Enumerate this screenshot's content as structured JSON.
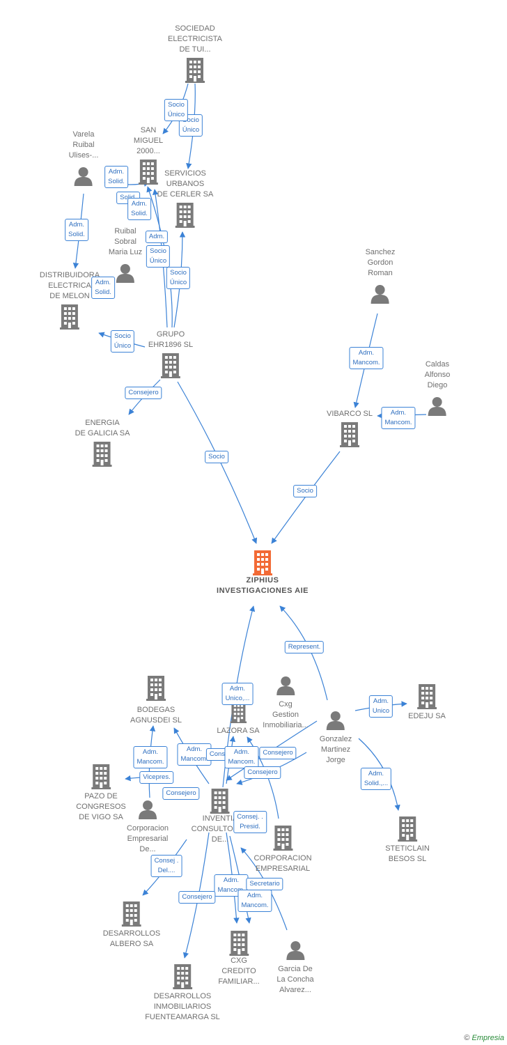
{
  "colors": {
    "edge": "#3b82d6",
    "node_icon": "#7a7a7a",
    "focus_icon": "#f26a35",
    "rel_text": "#2f6fbf"
  },
  "focus": {
    "line1": "ZIPHIUS",
    "line2": "INVESTIGACIONES AIE"
  },
  "nodes": {
    "sociedad_electricista": {
      "l1": "SOCIEDAD",
      "l2": "ELECTRICISTA",
      "l3": "DE TUI..."
    },
    "san_miguel": {
      "l1": "SAN",
      "l2": "MIGUEL",
      "l3": "2000..."
    },
    "servicios_urbanos": {
      "l1": "SERVICIOS",
      "l2": "URBANOS",
      "l3": "DE CERLER SA"
    },
    "varela": {
      "l1": "Varela",
      "l2": "Ruibal",
      "l3": "Ulises-..."
    },
    "ruibal": {
      "l1": "Ruibal",
      "l2": "Sobral",
      "l3": "Maria Luz"
    },
    "distribuidora": {
      "l1": "DISTRIBUIDORA",
      "l2": "ELECTRICA",
      "l3": "DE MELON"
    },
    "grupo_ehr": {
      "l1": "GRUPO",
      "l2": "EHR1896  SL"
    },
    "energia_galicia": {
      "l1": "ENERGIA",
      "l2": "DE GALICIA SA"
    },
    "sanchez": {
      "l1": "Sanchez",
      "l2": "Gordon",
      "l3": "Roman"
    },
    "caldas": {
      "l1": "Caldas",
      "l2": "Alfonso",
      "l3": "Diego"
    },
    "vibarco": {
      "l1": "VIBARCO SL"
    },
    "bodegas": {
      "l1": "BODEGAS",
      "l2": "AGNUSDEI SL"
    },
    "lazora": {
      "l1": "LAZORA SA"
    },
    "cxg_gestion": {
      "l1": "Cxg",
      "l2": "Gestion",
      "l3": "Inmobiliaria..."
    },
    "gonzalez": {
      "l1": "Gonzalez",
      "l2": "Martinez",
      "l3": "Jorge"
    },
    "edeju": {
      "l1": "EDEJU SA"
    },
    "pazo": {
      "l1": "PAZO DE",
      "l2": "CONGRESOS",
      "l3": "DE VIGO SA"
    },
    "corporacion_de": {
      "l1": "Corporacion",
      "l2": "Empresarial",
      "l3": "De..."
    },
    "inventia": {
      "l1": "INVENTIA",
      "l2": "CONSULTORES",
      "l3": "DE..."
    },
    "corporacion_emp": {
      "l1": "CORPORACION",
      "l2": "EMPRESARIAL"
    },
    "steticlain": {
      "l1": "STETICLAIN",
      "l2": "BESOS  SL"
    },
    "desarrollos_albero": {
      "l1": "DESARROLLOS",
      "l2": "ALBERO SA"
    },
    "cxg_credito": {
      "l1": "CXG",
      "l2": "CREDITO",
      "l3": "FAMILIAR..."
    },
    "garcia": {
      "l1": "Garcia De",
      "l2": "La Concha",
      "l3": "Alvarez..."
    },
    "desarrollos_fuente": {
      "l1": "DESARROLLOS",
      "l2": "INMOBILIARIOS",
      "l3": "FUENTEAMARGA SL"
    }
  },
  "relations": [
    {
      "l1": "Socio",
      "l2": "Único"
    },
    {
      "l1": "Socio",
      "l2": "Único"
    },
    {
      "l1": "Adm.",
      "l2": "Solid."
    },
    {
      "l1": "Solid."
    },
    {
      "l1": "Adm.",
      "l2": "Solid."
    },
    {
      "l1": "Adm.",
      "l2": "Solid."
    },
    {
      "l1": "Adm."
    },
    {
      "l1": "Socio",
      "l2": "Único"
    },
    {
      "l1": "Socio",
      "l2": "Único"
    },
    {
      "l1": "Adm.",
      "l2": "Solid."
    },
    {
      "l1": "Socio",
      "l2": "Único"
    },
    {
      "l1": "Consejero"
    },
    {
      "l1": "Socio"
    },
    {
      "l1": "Adm.",
      "l2": "Mancom."
    },
    {
      "l1": "Adm.",
      "l2": "Mancom."
    },
    {
      "l1": "Socio"
    },
    {
      "l1": "Represent."
    },
    {
      "l1": "Adm.",
      "l2": "Unico,..."
    },
    {
      "l1": "Adm.",
      "l2": "Unico"
    },
    {
      "l1": "Adm.",
      "l2": "Mancom."
    },
    {
      "l1": "Adm.",
      "l2": "Mancom."
    },
    {
      "l1": "Cons"
    },
    {
      "l1": "Adm.",
      "l2": "Mancom."
    },
    {
      "l1": "Consejero"
    },
    {
      "l1": "Consejero"
    },
    {
      "l1": "Vicepres."
    },
    {
      "l1": "Consejero"
    },
    {
      "l1": "Adm.",
      "l2": "Solid.,..."
    },
    {
      "l1": "Consej. .",
      "l2": "Presid."
    },
    {
      "l1": "Consej .",
      "l2": "Del...."
    },
    {
      "l1": "Adm.",
      "l2": "Mancom."
    },
    {
      "l1": "Secretario"
    },
    {
      "l1": "Adm.",
      "l2": "Mancom."
    },
    {
      "l1": "Consejero"
    }
  ],
  "footer": {
    "copyright": "©",
    "brand": "Empresia"
  }
}
